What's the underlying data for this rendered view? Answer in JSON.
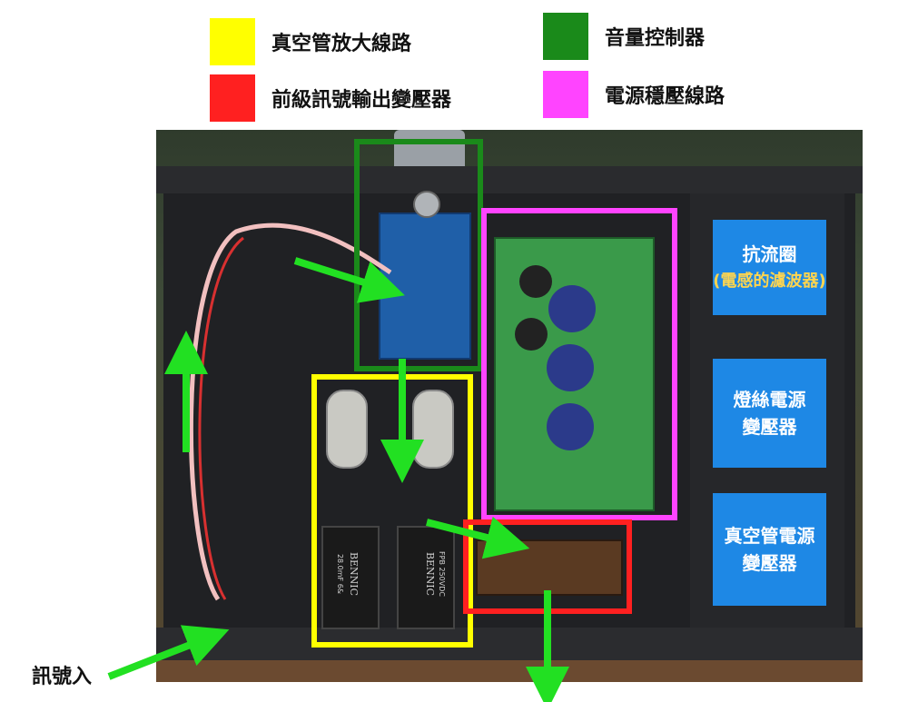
{
  "legend": [
    {
      "label": "真空管放大線路",
      "color": "#ffff00"
    },
    {
      "label": "音量控制器",
      "color": "#1a8a1a"
    },
    {
      "label": "前級訊號輸出變壓器",
      "color": "#ff2020"
    },
    {
      "label": "電源穩壓線路",
      "color": "#ff44ff"
    }
  ],
  "labels": {
    "choke_title": "抗流圈",
    "choke_sub": "(電感的濾波器)",
    "heater_line1": "燈絲電源",
    "heater_line2": "變壓器",
    "tube_psu_line1": "真空管電源",
    "tube_psu_line2": "變壓器",
    "signal_in": "訊號入"
  },
  "tube_markings": {
    "cap_left": "BENNIC",
    "cap_left_spec": "28.0mF 6&",
    "cap_right": "BENNIC",
    "cap_right_spec": "FPB 250VDC"
  },
  "colors": {
    "arrow": "#22e022",
    "label_bg": "#1e88e5"
  }
}
